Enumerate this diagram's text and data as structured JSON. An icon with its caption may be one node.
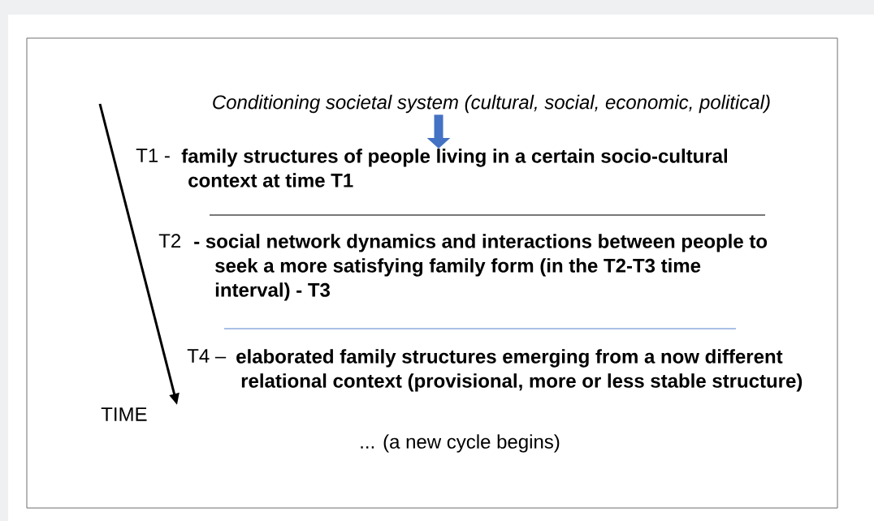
{
  "diagram": {
    "nodes": [
      {
        "text": [
          "Conditioning societal system (cultural, social, economic, political)"
        ]
      },
      {
        "text": [
          "T1 -",
          "family structures of people living in a certain socio-cultural context at time T1"
        ]
      }
    ],
    "edges": [
      {
        "from": 0,
        "to": 1,
        "arrow": "to",
        "color": "#4472c4"
      }
    ],
    "labels": [
      "T2",
      "- social network dynamics and interactions between people to seek a more satisfying family form (in the T2-T3 time interval)  - T3",
      "T4 –",
      "elaborated family structures emerging from a now different relational context (provisional, more or less stable structure)",
      "TIME",
      "...   (a new cycle begins)"
    ]
  }
}
